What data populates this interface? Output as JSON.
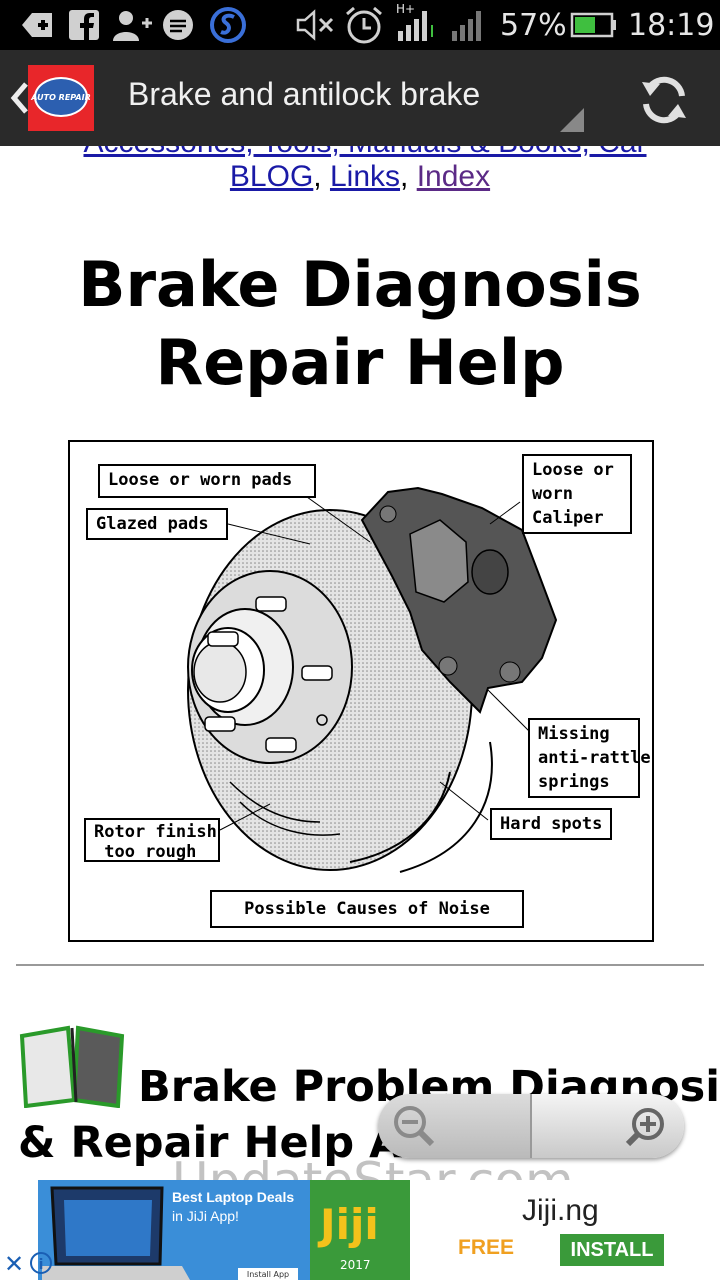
{
  "status_bar": {
    "battery": "57%",
    "time": "18:19",
    "network": "H+"
  },
  "app_bar": {
    "logo_text": "AUTO REPAIR",
    "title": "Brake and antilock brake"
  },
  "page": {
    "cut_links": "Accessories, Tools, Manuals & Books, Car",
    "links": [
      "BLOG",
      "Links",
      "Index"
    ],
    "link_separator": ", ",
    "title": "Brake Diagnosis Repair Help",
    "figure": {
      "callouts": {
        "loose_pads": "Loose or worn pads",
        "glazed_pads": "Glazed pads",
        "caliper": "Loose or\nworn\nCaliper",
        "springs": "Missing\nanti-rattle\nsprings",
        "hard_spots": "Hard spots",
        "rotor": "Rotor finish\n too rough",
        "caption": "Possible Causes of Noise"
      }
    },
    "section_title_line1": "Brake Problem Diagnosis",
    "section_title_line2": "& Repair Help Articles:"
  },
  "watermark": "UpdateStar.com",
  "ad": {
    "promo_line1": "Best Laptop Deals",
    "promo_line2": "in JiJi App!",
    "promo_install": "Install App",
    "jiji_logo": "Jiji",
    "jiji_year": "2017",
    "brand": "Jiji.ng",
    "free": "FREE",
    "install": "INSTALL"
  }
}
